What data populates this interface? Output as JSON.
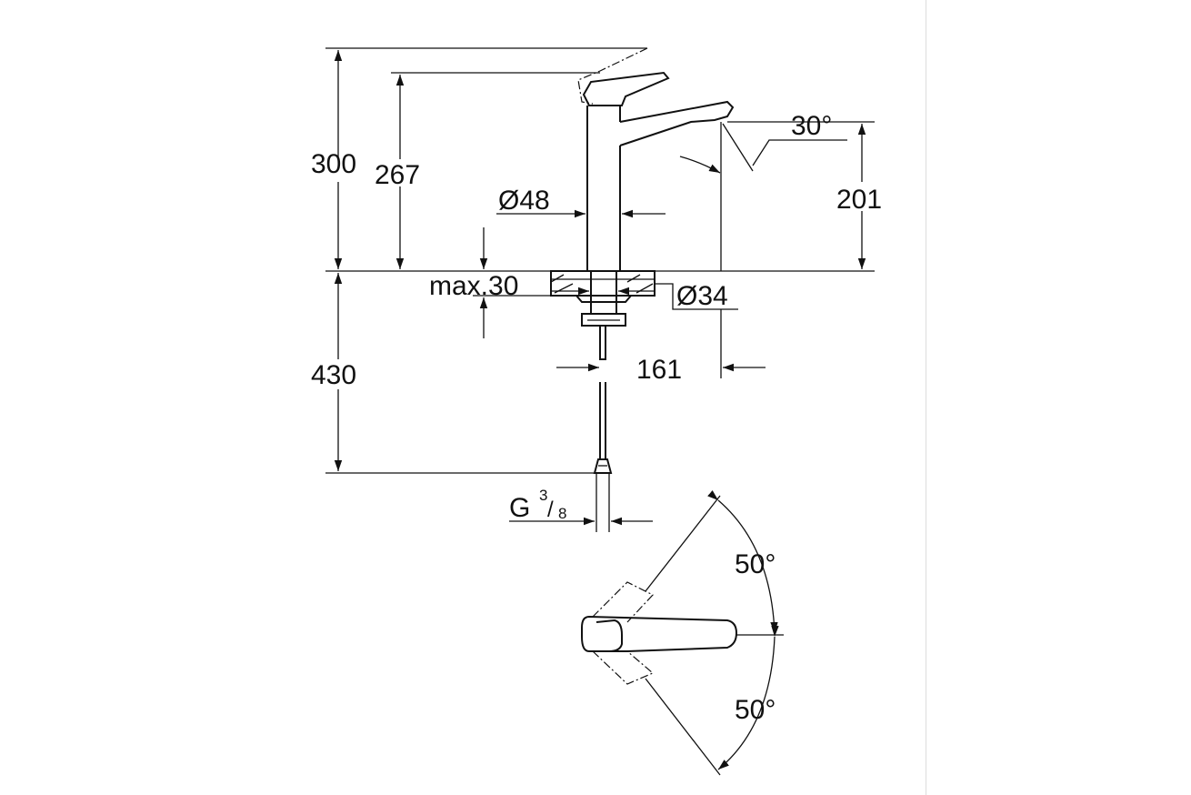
{
  "dimensions": {
    "total_height": "300",
    "handle_height": "267",
    "spout_height": "201",
    "body_diameter": "Ø48",
    "mounting_thickness": "max.30",
    "hole_diameter": "Ø34",
    "below_deck_length": "430",
    "projection": "161",
    "spout_angle": "30°",
    "connection_prefix": "G",
    "connection_num": "3",
    "connection_den": "8",
    "lever_swing_up": "50°",
    "lever_swing_down": "50°"
  },
  "colors": {
    "line": "#111111",
    "background": "#ffffff",
    "divider": "#dddddd"
  }
}
